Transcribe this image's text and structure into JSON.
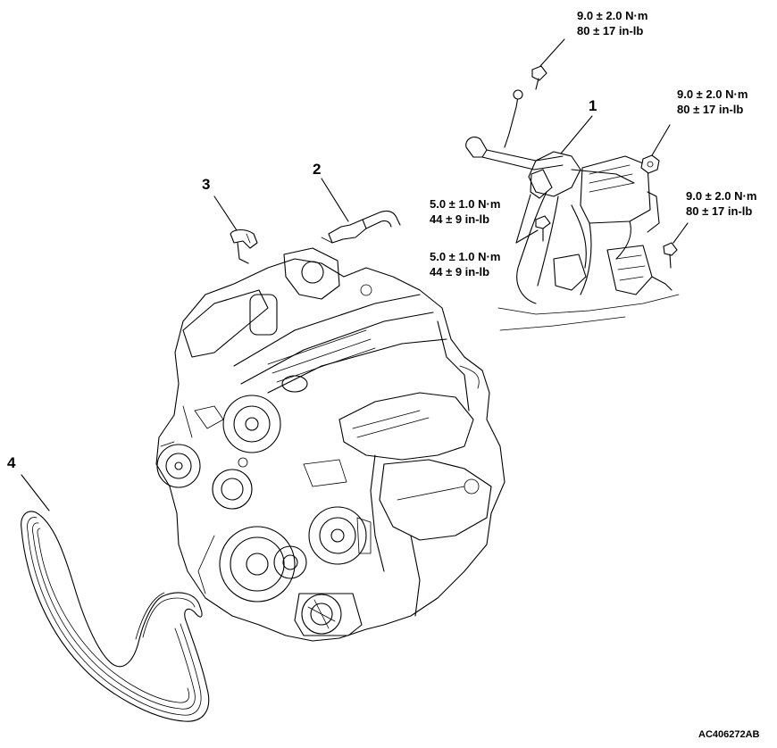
{
  "callouts": {
    "part_1": "1",
    "part_2": "2",
    "part_3": "3",
    "part_4": "4"
  },
  "torque_specs": [
    {
      "metric": "9.0 ± 2.0 N·m",
      "imperial": "80 ± 17 in-lb"
    },
    {
      "metric": "9.0 ± 2.0 N·m",
      "imperial": "80 ± 17 in-lb"
    },
    {
      "metric": "9.0 ± 2.0 N·m",
      "imperial": "80 ± 17 in-lb"
    },
    {
      "metric": "5.0 ± 1.0 N·m",
      "imperial": "44 ± 9 in-lb"
    },
    {
      "metric": "5.0 ± 1.0 N·m",
      "imperial": "44 ± 9 in-lb"
    }
  ],
  "figure_id": "AC406272AB"
}
